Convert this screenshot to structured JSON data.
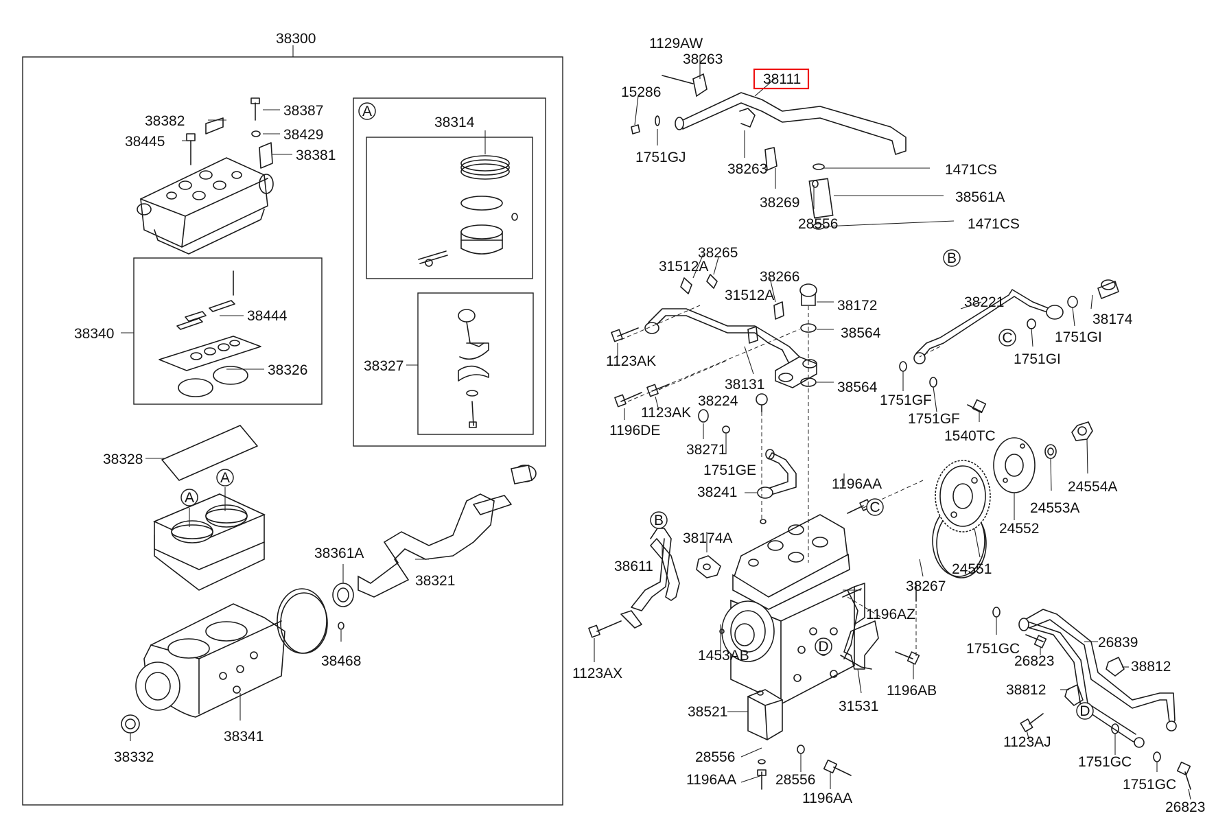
{
  "highlight_color": "#ee1111",
  "line_color": "#1c1c1c",
  "parts": {
    "p38300": "38300",
    "p38382": "38382",
    "p38387": "38387",
    "p38429": "38429",
    "p38445": "38445",
    "p38381": "38381",
    "p38340": "38340",
    "p38444": "38444",
    "p38326": "38326",
    "p38314": "38314",
    "p38327": "38327",
    "p38328": "38328",
    "p38361A": "38361A",
    "p38321": "38321",
    "p38468": "38468",
    "p38341": "38341",
    "p38332": "38332",
    "p1129AW": "1129AW",
    "p38263a": "38263",
    "p38111": "38111",
    "p15286": "15286",
    "p1751GJ": "1751GJ",
    "p38263b": "38263",
    "p38269": "38269",
    "p28556a": "28556",
    "p1471CSa": "1471CS",
    "p38561A": "38561A",
    "p1471CSb": "1471CS",
    "p38265": "38265",
    "p31512Aa": "31512A",
    "p38266": "38266",
    "p31512Ab": "31512A",
    "p38172": "38172",
    "p38564a": "38564",
    "p1123AKa": "1123AK",
    "p38131": "38131",
    "p38564b": "38564",
    "p1123AKb": "1123AK",
    "p1196DE": "1196DE",
    "p38224": "38224",
    "p38271": "38271",
    "p1751GE": "1751GE",
    "p38241": "38241",
    "p38221": "38221",
    "p38174": "38174",
    "p1751GIa": "1751GI",
    "p1751GIb": "1751GI",
    "p1751GFa": "1751GF",
    "p1751GFb": "1751GF",
    "p1540TC": "1540TC",
    "p1196AAa": "1196AA",
    "p24554A": "24554A",
    "p24553A": "24553A",
    "p24552": "24552",
    "p24551": "24551",
    "p38267": "38267",
    "p38174A": "38174A",
    "p38611": "38611",
    "p1196AZ": "1196AZ",
    "p1123AX": "1123AX",
    "p1453AB": "1453AB",
    "p31531": "31531",
    "p1196AB": "1196AB",
    "p38521": "38521",
    "p28556b": "28556",
    "p1196AAb": "1196AA",
    "p28556c": "28556",
    "p1196AAc": "1196AA",
    "p26839": "26839",
    "p1751GCa": "1751GC",
    "p26823a": "26823",
    "p38812a": "38812",
    "p38812b": "38812",
    "p1123AJ": "1123AJ",
    "p1751GCb": "1751GC",
    "p1751GCc": "1751GC",
    "p26823b": "26823"
  },
  "refs": {
    "A1": "A",
    "A2": "A",
    "A3": "A",
    "B1": "B",
    "B2": "B",
    "C1": "C",
    "C2": "C",
    "D1": "D",
    "D2": "D"
  }
}
